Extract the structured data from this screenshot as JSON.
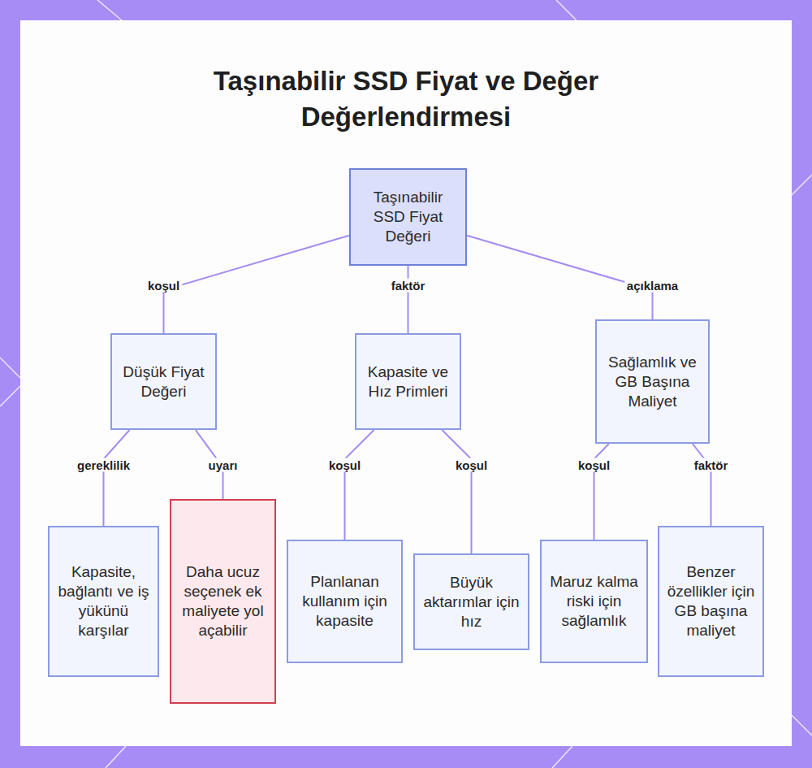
{
  "diagram": {
    "title": "Taşınabilir SSD Fiyat ve Değer Değerlendirmesi",
    "nodes": [
      {
        "text": [
          "Taşınabilir SSD Fiyat Değeri"
        ]
      },
      {
        "text": [
          "Düşük Fiyat Değeri"
        ]
      },
      {
        "text": [
          "Kapasite ve Hız Primleri"
        ]
      },
      {
        "text": [
          "Sağlamlık ve GB Başına Maliyet"
        ]
      },
      {
        "text": [
          "Kapasite, bağlantı ve iş yükünü karşılar"
        ]
      },
      {
        "text": [
          "Daha ucuz seçenek ek maliyete yol açabilir"
        ]
      },
      {
        "text": [
          "Planlanan kullanım için kapasite"
        ]
      },
      {
        "text": [
          "Büyük aktarımlar için hız"
        ]
      },
      {
        "text": [
          "Maruz kalma riski için sağlamlık"
        ]
      },
      {
        "text": [
          "Benzer özellikler için GB başına maliyet"
        ]
      }
    ],
    "edges": [
      {
        "from": 0,
        "to": 1,
        "label": "koşul",
        "arrow": "none"
      },
      {
        "from": 0,
        "to": 2,
        "label": "faktör",
        "arrow": "none"
      },
      {
        "from": 0,
        "to": 3,
        "label": "açıklama",
        "arrow": "none"
      },
      {
        "from": 1,
        "to": 4,
        "label": "gereklilik",
        "arrow": "none"
      },
      {
        "from": 1,
        "to": 5,
        "label": "uyarı",
        "arrow": "none"
      },
      {
        "from": 2,
        "to": 6,
        "label": "koşul",
        "arrow": "none"
      },
      {
        "from": 2,
        "to": 7,
        "label": "koşul",
        "arrow": "none"
      },
      {
        "from": 3,
        "to": 8,
        "label": "koşul",
        "arrow": "none"
      },
      {
        "from": 3,
        "to": 9,
        "label": "faktör",
        "arrow": "none"
      }
    ]
  }
}
